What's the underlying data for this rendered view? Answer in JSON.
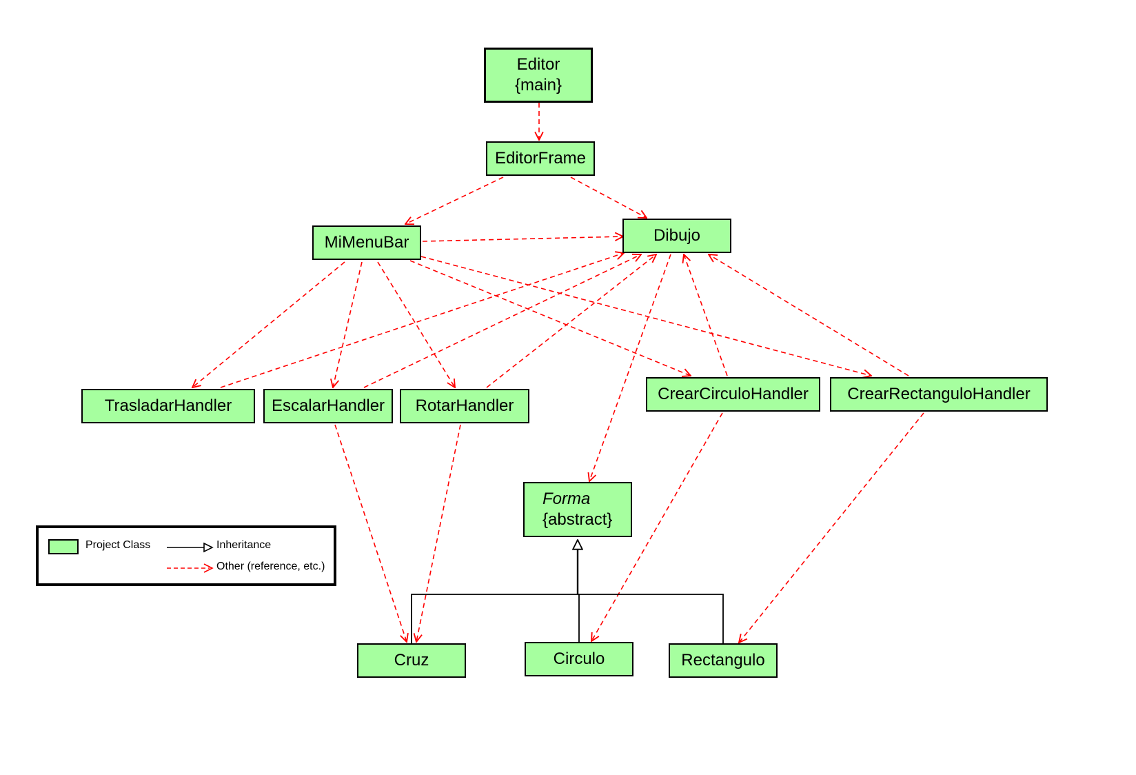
{
  "diagram": {
    "nodes": [
      {
        "id": "editor",
        "lines": [
          "Editor",
          "{main}"
        ],
        "italic_first": false
      },
      {
        "id": "editorframe",
        "lines": [
          "EditorFrame"
        ],
        "italic_first": false
      },
      {
        "id": "mimenubar",
        "lines": [
          "MiMenuBar"
        ],
        "italic_first": false
      },
      {
        "id": "dibujo",
        "lines": [
          "Dibujo"
        ],
        "italic_first": false
      },
      {
        "id": "trasladar",
        "lines": [
          "TrasladarHandler"
        ],
        "italic_first": false
      },
      {
        "id": "escalar",
        "lines": [
          "EscalarHandler"
        ],
        "italic_first": false
      },
      {
        "id": "rotar",
        "lines": [
          "RotarHandler"
        ],
        "italic_first": false
      },
      {
        "id": "crearcirculo",
        "lines": [
          "CrearCirculoHandler"
        ],
        "italic_first": false
      },
      {
        "id": "crearrect",
        "lines": [
          "CrearRectanguloHandler"
        ],
        "italic_first": false
      },
      {
        "id": "forma",
        "lines": [
          "Forma",
          "{abstract}"
        ],
        "italic_first": true
      },
      {
        "id": "cruz",
        "lines": [
          "Cruz"
        ],
        "italic_first": false
      },
      {
        "id": "circulo",
        "lines": [
          "Circulo"
        ],
        "italic_first": false
      },
      {
        "id": "rectangulo",
        "lines": [
          "Rectangulo"
        ],
        "italic_first": false
      }
    ],
    "reference_edges": [
      [
        "editor",
        "editorframe"
      ],
      [
        "editorframe",
        "mimenubar"
      ],
      [
        "editorframe",
        "dibujo"
      ],
      [
        "mimenubar",
        "dibujo"
      ],
      [
        "mimenubar",
        "trasladar"
      ],
      [
        "mimenubar",
        "escalar"
      ],
      [
        "mimenubar",
        "rotar"
      ],
      [
        "mimenubar",
        "crearcirculo"
      ],
      [
        "mimenubar",
        "crearrect"
      ],
      [
        "trasladar",
        "dibujo"
      ],
      [
        "escalar",
        "dibujo"
      ],
      [
        "rotar",
        "dibujo"
      ],
      [
        "crearcirculo",
        "dibujo"
      ],
      [
        "crearrect",
        "dibujo"
      ],
      [
        "dibujo",
        "forma"
      ],
      [
        "escalar",
        "cruz"
      ],
      [
        "rotar",
        "cruz"
      ],
      [
        "crearcirculo",
        "circulo"
      ],
      [
        "crearrect",
        "rectangulo"
      ]
    ],
    "inheritance_edges": [
      [
        "cruz",
        "forma"
      ],
      [
        "circulo",
        "forma"
      ],
      [
        "rectangulo",
        "forma"
      ]
    ],
    "colors": {
      "class_fill": "#a6ff9f",
      "border": "#000000",
      "reference_edge": "#ff0000",
      "inheritance_edge": "#000000"
    }
  },
  "legend": {
    "project_class": "Project Class",
    "inheritance": "Inheritance",
    "other": "Other (reference, etc.)"
  }
}
